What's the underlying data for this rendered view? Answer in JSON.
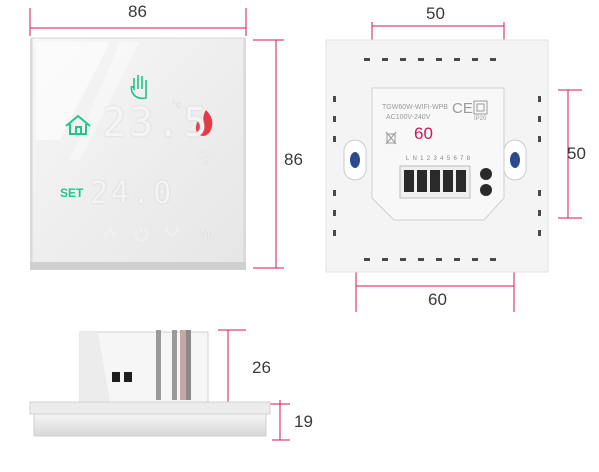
{
  "dimensions": {
    "front_width": "86",
    "front_height": "86",
    "back_width_top": "50",
    "back_height_right": "50",
    "back_width_mid": "60",
    "back_width_bottom": "60",
    "side_depth_top": "26",
    "side_depth_bottom": "19"
  },
  "display": {
    "temperature": "23.5",
    "unit": "°c",
    "set_label": "SET",
    "set_value": "24.0",
    "icons": [
      "hand-icon",
      "home-icon",
      "flame-icon",
      "wifi-icon"
    ],
    "buttons": [
      "up-button",
      "power-button",
      "down-button",
      "mode-button"
    ],
    "mode_label": "M"
  },
  "back_label": {
    "model": "TGW60W-WIFI-WPB",
    "voltage": "AC100V-240V",
    "ip": "IP20",
    "ce": "CE",
    "terminals": "L  N  1  2  3  4  5  6  7  8"
  },
  "colors": {
    "dimension_line": "#d4145a",
    "display_white": "#f4f4f4",
    "display_green": "#1fc68a",
    "flame_red": "#e23a48",
    "body": "#f3f3f3"
  }
}
